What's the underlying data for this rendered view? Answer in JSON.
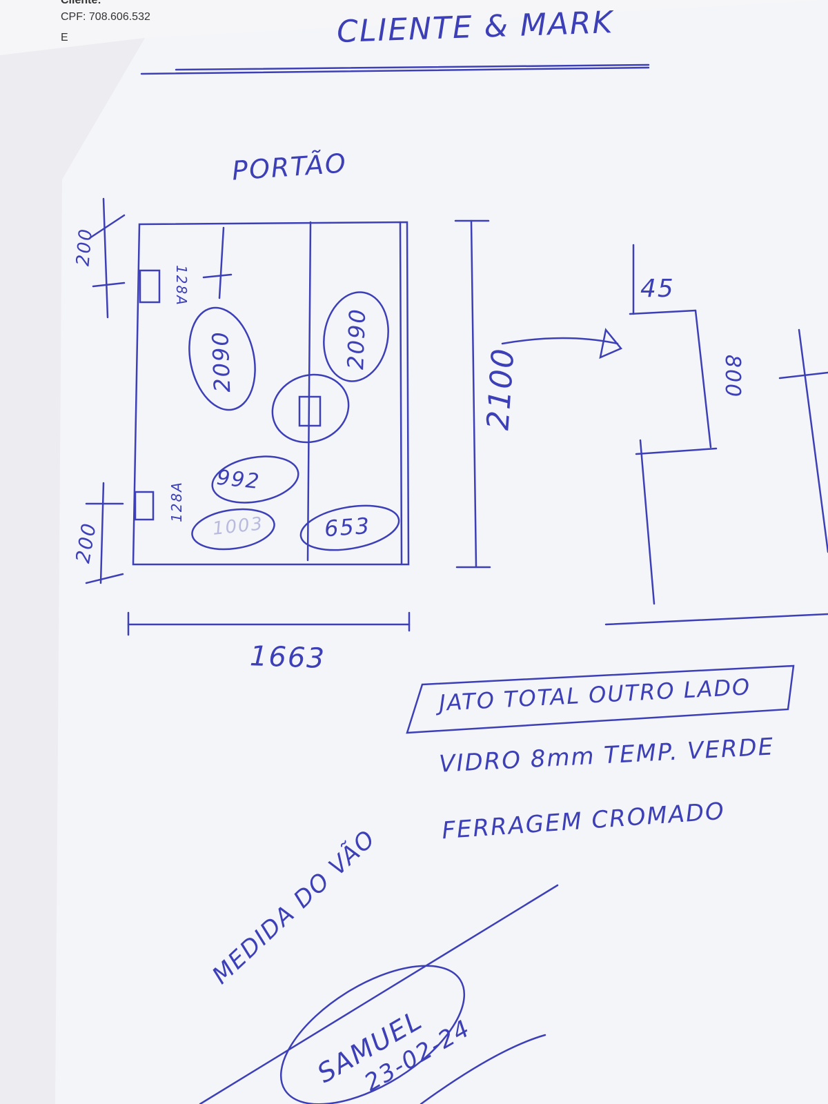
{
  "under_sheet": {
    "cut_line": "Cliente:",
    "cpf_line": "CPF: 708.606.532",
    "cut_line2": "E"
  },
  "header": {
    "title": "CLIENTE & MARK"
  },
  "drawing": {
    "view_label": "PORTÃO",
    "dim_total_width": "1663",
    "dim_total_height": "2100",
    "dim_top_offset": "200",
    "dim_bottom_offset": "200",
    "lock_label_top": "128A",
    "lock_label_bottom": "128A",
    "panel_left_height": "2090",
    "panel_right_height": "2090",
    "panel_left_width": "992",
    "panel_left_bottom": "1003",
    "panel_right_width": "653",
    "detail_top": "45",
    "detail_depth": "800"
  },
  "notes": {
    "boxed_note": "JATO TOTAL OUTRO LADO",
    "line1": "VIDRO 8mm TEMP. VERDE",
    "line2": "FERRAGEM CROMADO"
  },
  "footer": {
    "stamp": "MEDIDA DO VÃO",
    "signature": "SAMUEL",
    "date": "23-02-24"
  },
  "colors": {
    "ink": "#3c3fb6",
    "paper": "#f4f5f8"
  }
}
